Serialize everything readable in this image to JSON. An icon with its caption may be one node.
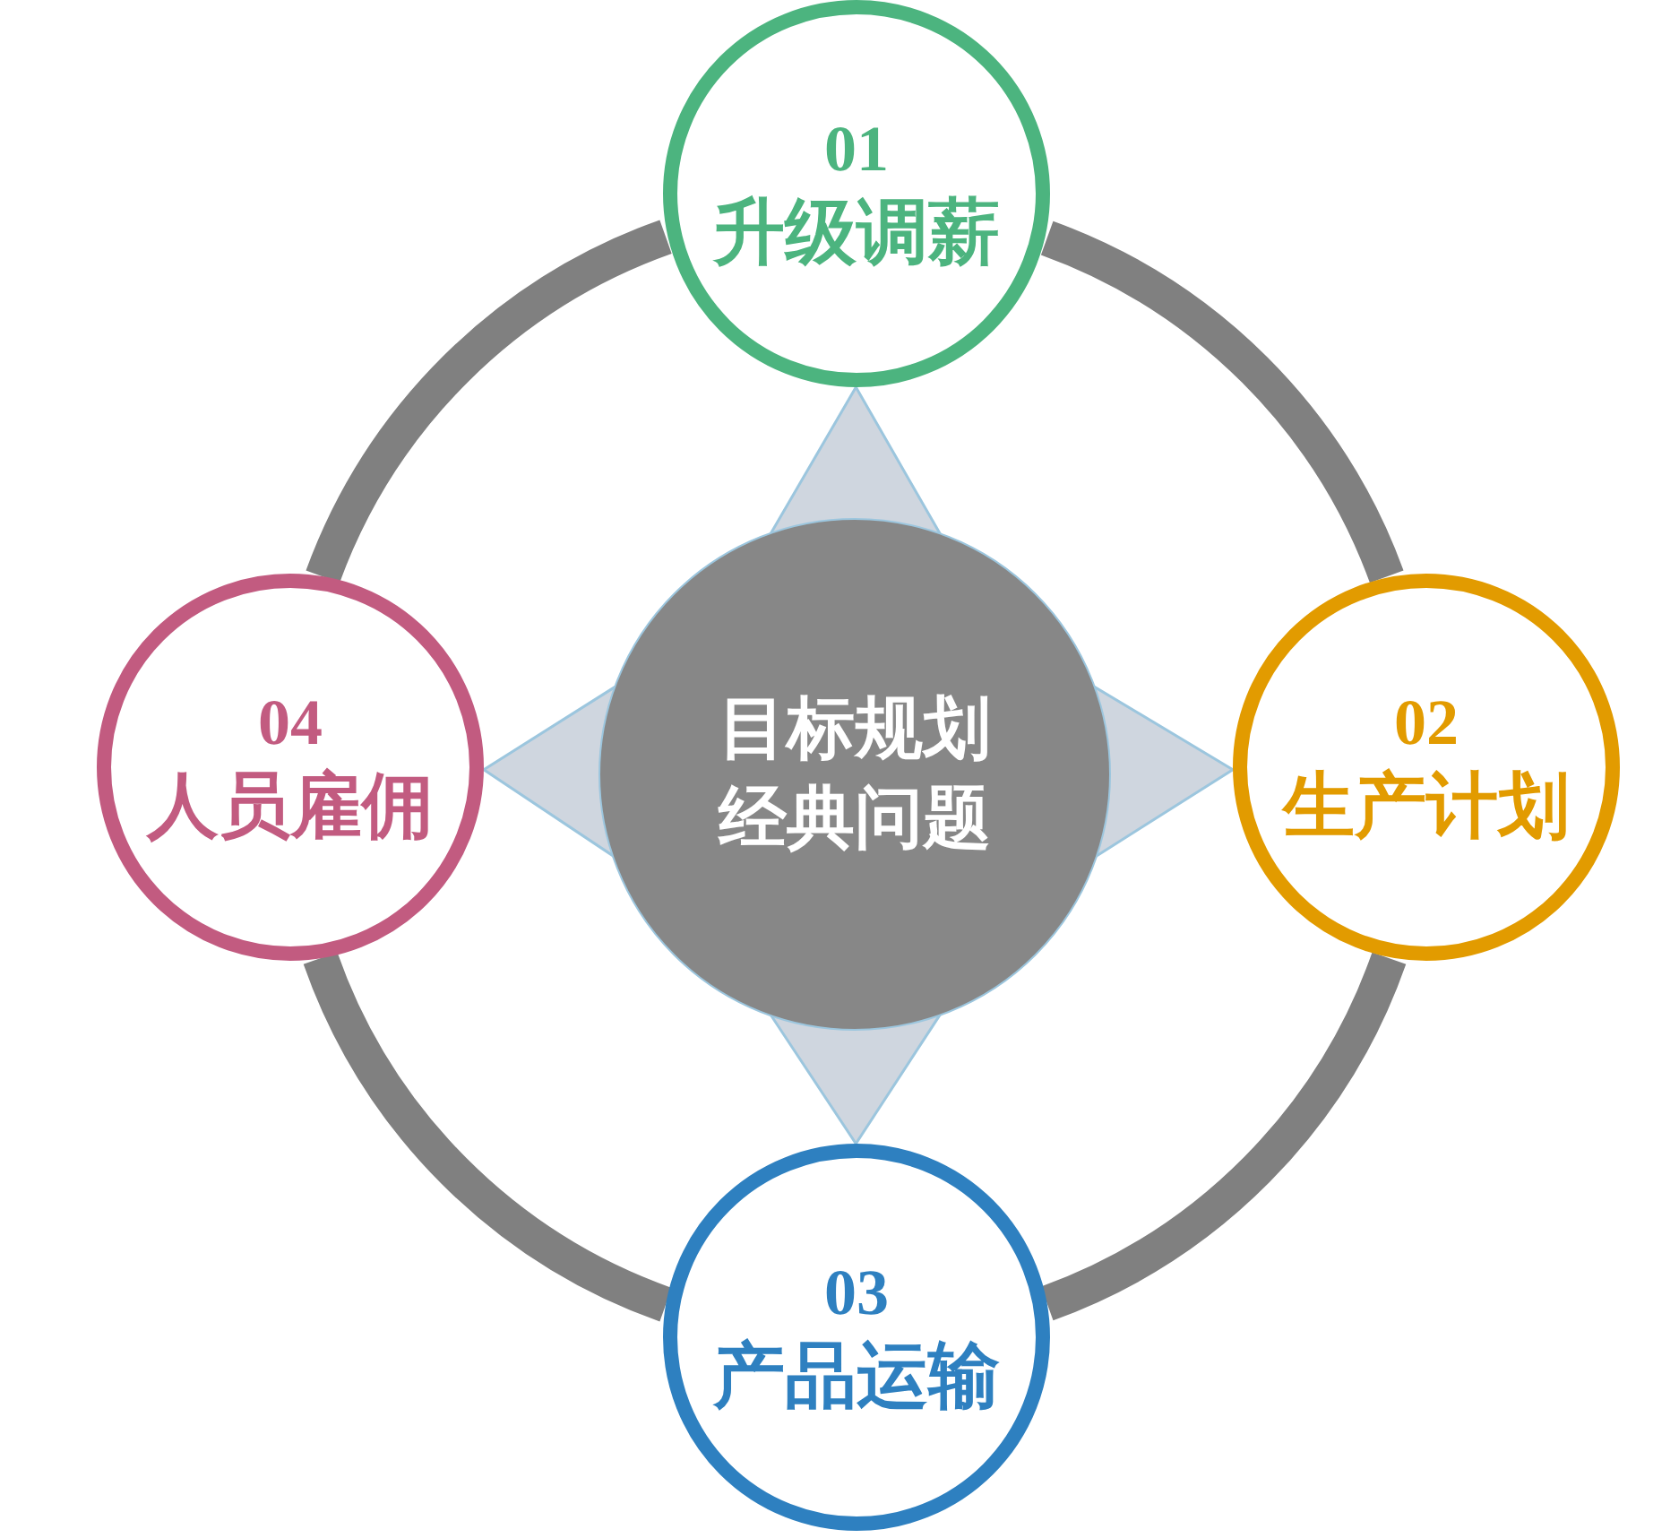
{
  "diagram": {
    "nodes": [
      {
        "text": [
          "01",
          "升级调薪"
        ]
      },
      {
        "text": [
          "04",
          "人员雇佣"
        ]
      },
      {
        "text": [
          "目标规划经典问题"
        ]
      },
      {
        "text": [
          "02",
          "生产计划"
        ]
      },
      {
        "text": [
          "03",
          "产品运输"
        ]
      }
    ],
    "edges": [
      {
        "from": 2,
        "to": 0,
        "arrow": "to",
        "color": "#cfd6df"
      },
      {
        "from": 2,
        "to": 3,
        "arrow": "to",
        "color": "#cfd6df"
      },
      {
        "from": 2,
        "to": 4,
        "arrow": "to",
        "color": "#cfd6df"
      },
      {
        "from": 2,
        "to": 1,
        "arrow": "to",
        "color": "#cfd6df"
      },
      {
        "from": 0,
        "to": 3,
        "arrow": "none",
        "color": "#808080"
      },
      {
        "from": 3,
        "to": 4,
        "arrow": "none",
        "color": "#808080"
      },
      {
        "from": 4,
        "to": 1,
        "arrow": "none",
        "color": "#808080"
      },
      {
        "from": 1,
        "to": 0,
        "arrow": "none",
        "color": "#808080"
      }
    ]
  }
}
